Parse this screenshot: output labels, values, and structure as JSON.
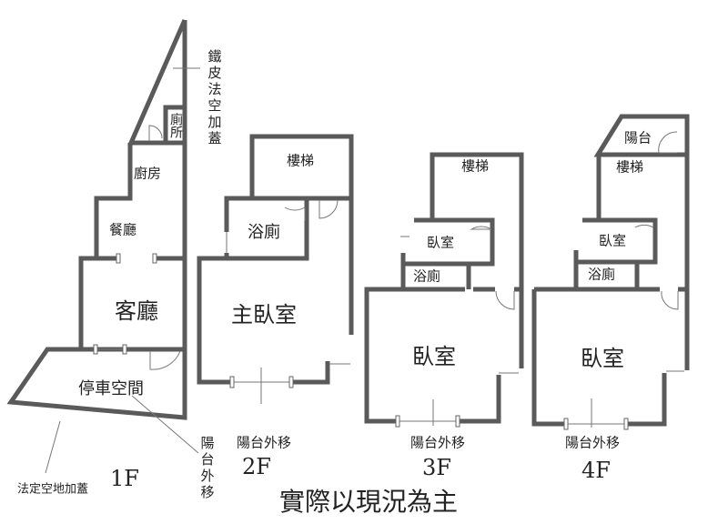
{
  "floor_1": {
    "level": "1F",
    "rooms": {
      "toilet": "廁所",
      "kitchen": "廚房",
      "dining": "餐廳",
      "living": "客廳",
      "parking": "停車空間"
    },
    "notes": {
      "iron_roof": "鐵皮法空加蓋",
      "legal_open_space": "法定空地加蓋",
      "balcony_moved": "陽台外移"
    }
  },
  "floor_2": {
    "level": "2F",
    "rooms": {
      "stairs": "樓梯",
      "bathroom": "浴廁",
      "master_bedroom": "主臥室"
    },
    "notes": {
      "balcony_moved": "陽台外移"
    }
  },
  "floor_3": {
    "level": "3F",
    "rooms": {
      "stairs": "樓梯",
      "bedroom_small": "臥室",
      "bathroom": "浴廁",
      "bedroom": "臥室"
    },
    "notes": {
      "balcony_moved": "陽台外移"
    }
  },
  "floor_4": {
    "level": "4F",
    "rooms": {
      "balcony": "陽台",
      "stairs": "樓梯",
      "bedroom_small": "臥室",
      "bathroom": "浴廁",
      "bedroom": "臥室"
    },
    "notes": {
      "balcony_moved": "陽台外移"
    }
  },
  "footer": "實際以現況為主"
}
